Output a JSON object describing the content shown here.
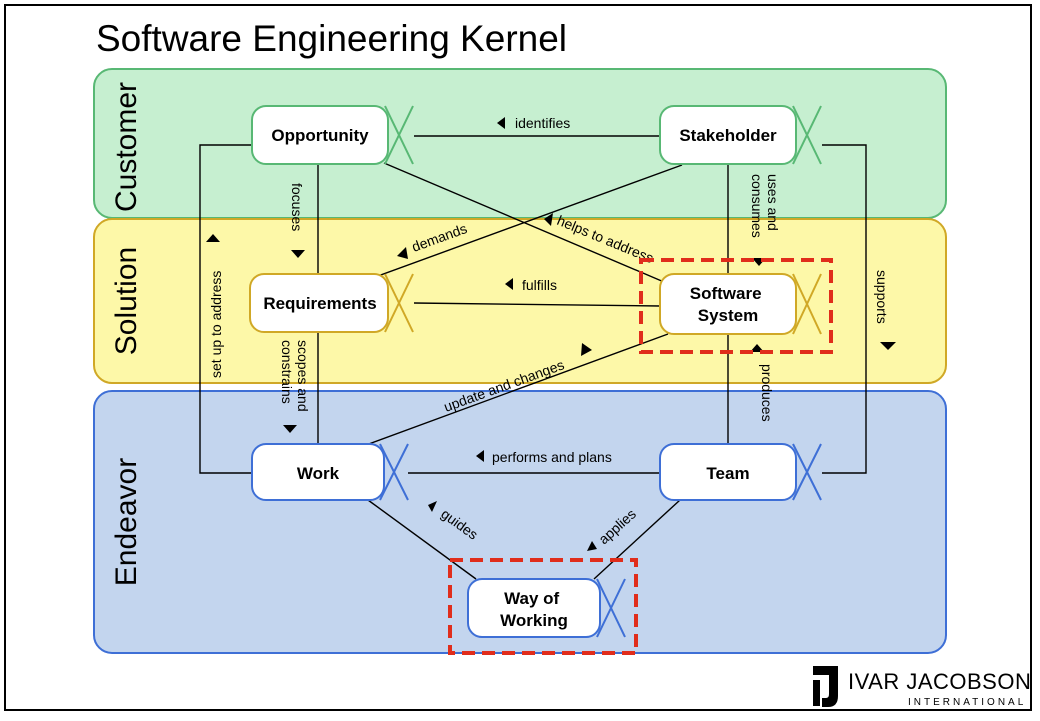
{
  "title": "Software Engineering Kernel",
  "colors": {
    "customer_fill": "#c6efd0",
    "customer_stroke": "#58b874",
    "solution_fill": "#fdf8a8",
    "solution_stroke": "#d0a826",
    "endeavor_fill": "#c3d5ee",
    "endeavor_stroke": "#3e6fd6",
    "focus_box": "#e02d1b"
  },
  "lanes": {
    "customer": "Customer",
    "solution": "Solution",
    "endeavor": "Endeavor"
  },
  "alphas": {
    "opportunity": "Opportunity",
    "stakeholder": "Stakeholder",
    "requirements": "Requirements",
    "software_system": [
      "Software",
      "System"
    ],
    "work": "Work",
    "team": "Team",
    "way_of_working": [
      "Way of",
      "Working"
    ]
  },
  "relationships": {
    "identifies": "identifies",
    "focuses": "focuses",
    "uses_and_consumes": [
      "uses and",
      "consumes"
    ],
    "demands": "demands",
    "helps_to_address": "helps to address",
    "fulfills": "fulfills",
    "set_up_to_address": "set up to address",
    "supports": "supports",
    "scopes_and_constrains": [
      "scopes and",
      "constrains"
    ],
    "update_and_changes": "update and changes",
    "produces": "produces",
    "performs_and_plans": "performs and plans",
    "guides": "guides",
    "applies": "applies"
  },
  "logo": {
    "name": "IVAR JACOBSON",
    "sub": "INTERNATIONAL"
  }
}
